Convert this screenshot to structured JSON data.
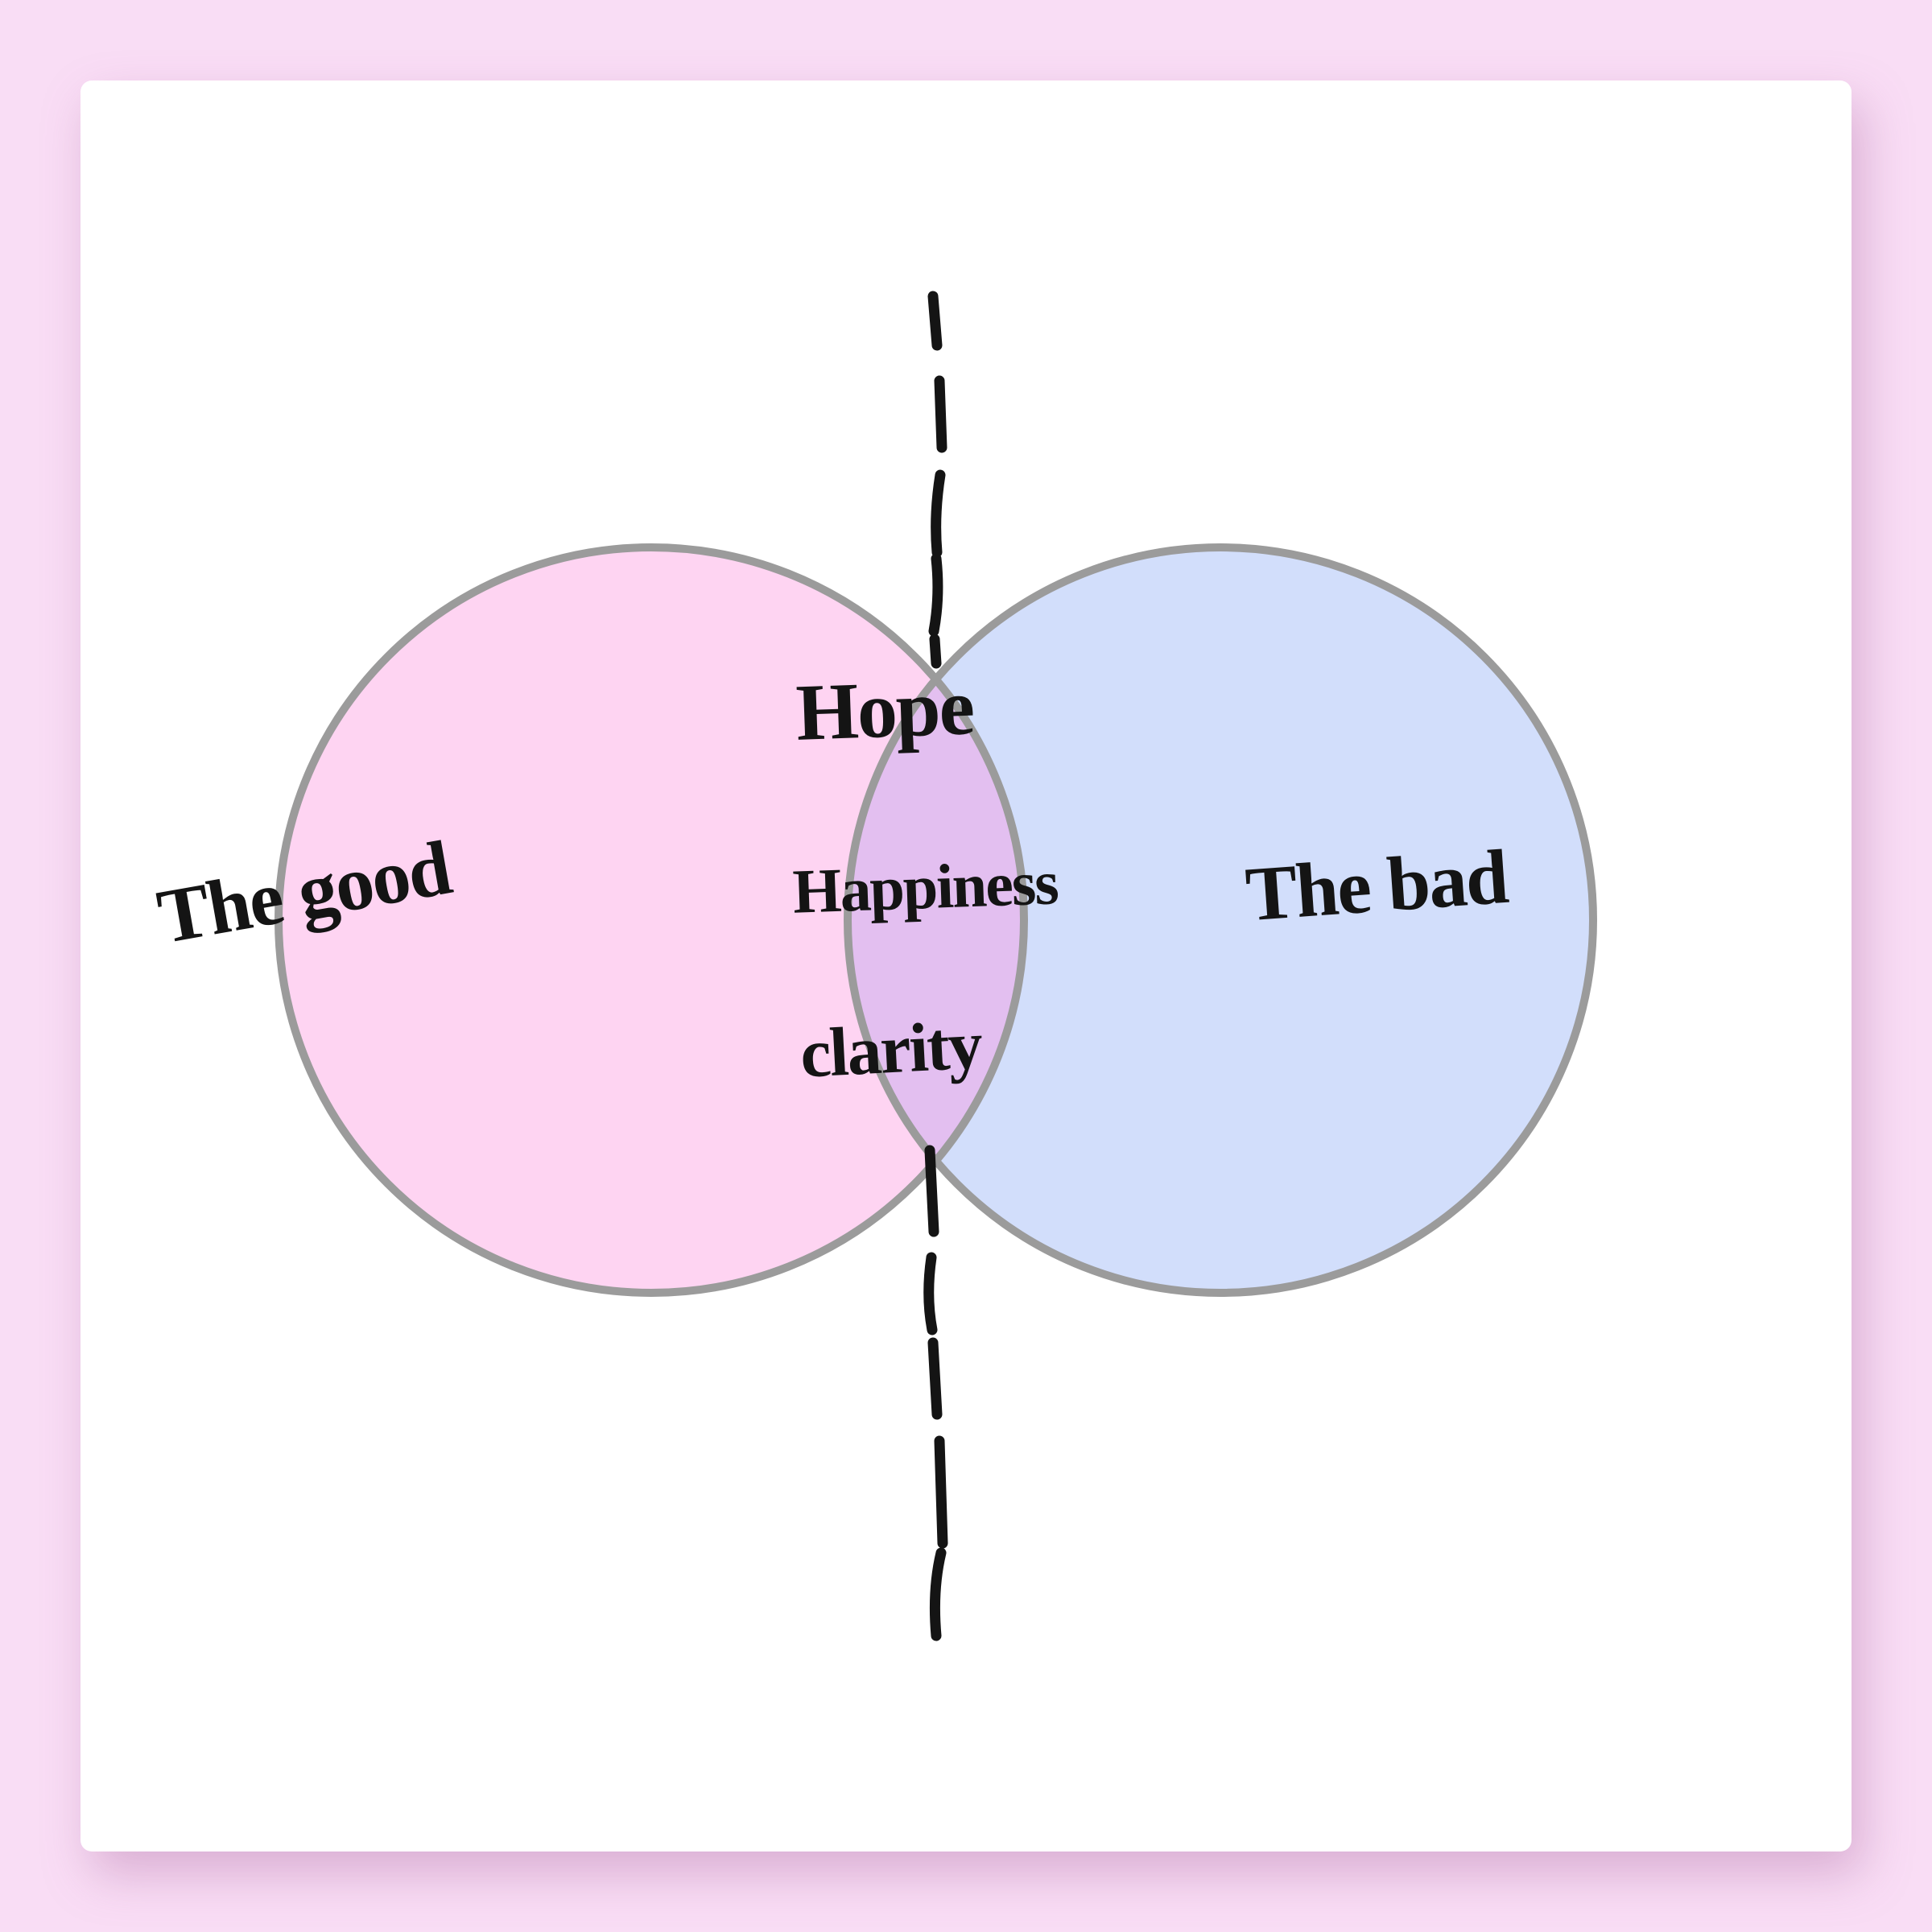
{
  "artboard": {
    "background_color": "#f9ddf5",
    "canvas_color": "#ffffff"
  },
  "diagram": {
    "type": "venn-2-circles",
    "divider": {
      "style": "hand-drawn-dashed-vertical",
      "color": "#141414"
    },
    "outline_color": "#9b9b9b",
    "ink_color": "#141414",
    "top_label": "Hope",
    "left_circle": {
      "label": "The good",
      "fill": "#fed4f2"
    },
    "right_circle": {
      "label": "The bad",
      "fill": "#d2defb"
    },
    "overlap": {
      "fill": "#e3bff0",
      "labels": [
        "Happiness",
        "clarity"
      ]
    }
  }
}
